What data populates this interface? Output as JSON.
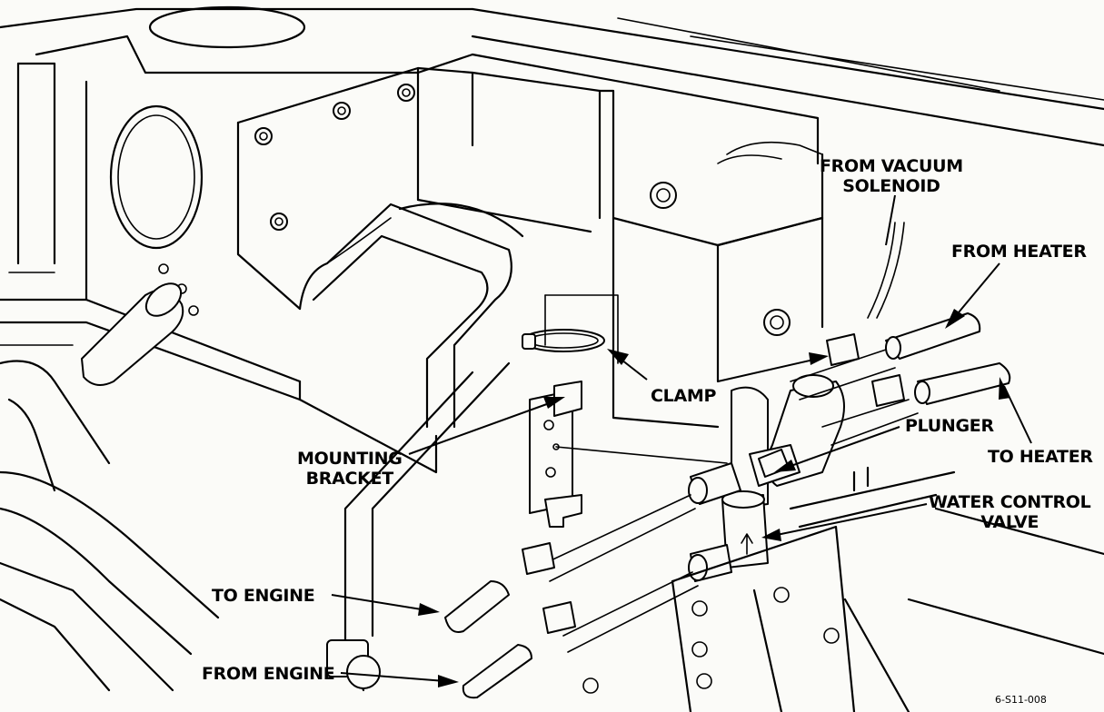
{
  "diagram": {
    "labels": {
      "from_vacuum_solenoid": "FROM VACUUM\nSOLENOID",
      "from_heater": "FROM HEATER",
      "clamp": "CLAMP",
      "plunger": "PLUNGER",
      "to_heater": "TO HEATER",
      "mounting_bracket": "MOUNTING\nBRACKET",
      "water_control_valve": "WATER CONTROL\nVALVE",
      "to_engine": "TO ENGINE",
      "from_engine": "FROM ENGINE"
    },
    "figure_id": "6-S11-008"
  }
}
